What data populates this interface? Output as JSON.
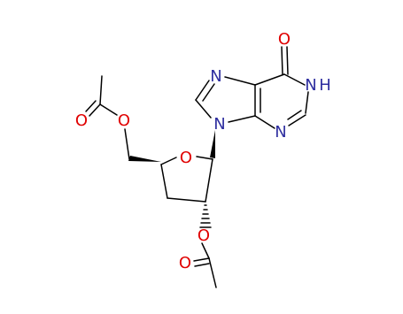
{
  "molecule": {
    "atoms": {
      "carbonyl_oxygen": "O",
      "nh_nitrogen": "N",
      "nh_hydrogen": "H",
      "imidazole_n7": "N",
      "pyrimidine_n3": "N",
      "glycosidic_n9": "N",
      "ring_oxygen": "O",
      "acetyl_5_ester_oxygen": "O",
      "acetyl_5_carbonyl_oxygen": "O",
      "acetyl_2_ester_oxygen": "O",
      "acetyl_2_carbonyl_oxygen": "O"
    },
    "colors": {
      "bond": "#000000",
      "nitrogen": "#2f2fa0",
      "oxygen": "#e00000"
    }
  }
}
